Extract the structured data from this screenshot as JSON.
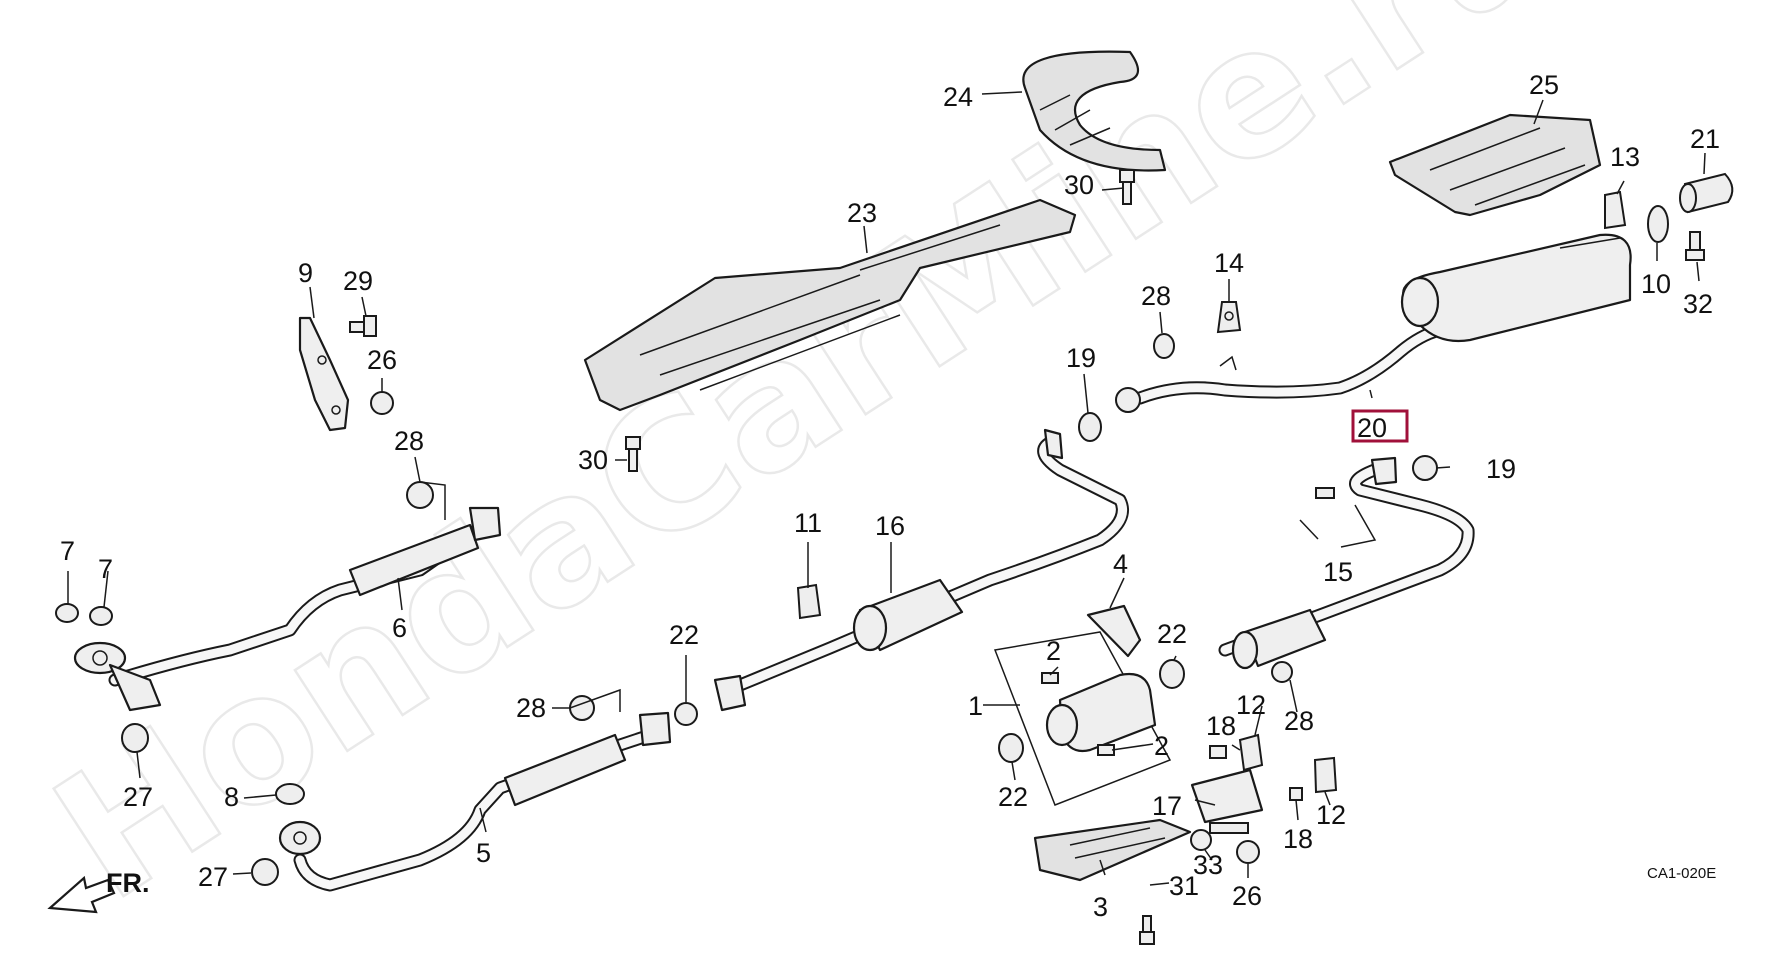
{
  "diagram": {
    "watermark": "HondaCarMine.ru",
    "drawing_code": "CA1-020E",
    "front_marker": "FR.",
    "highlight_color": "#a0103a",
    "callouts": {
      "c1": "1",
      "c2a": "2",
      "c2b": "2",
      "c3": "3",
      "c4": "4",
      "c5": "5",
      "c6": "6",
      "c7a": "7",
      "c7b": "7",
      "c8": "8",
      "c9": "9",
      "c10": "10",
      "c11": "11",
      "c12a": "12",
      "c12b": "12",
      "c13": "13",
      "c14": "14",
      "c15": "15",
      "c16": "16",
      "c17": "17",
      "c18a": "18",
      "c18b": "18",
      "c19a": "19",
      "c19b": "19",
      "c20": "20",
      "c21": "21",
      "c22a": "22",
      "c22b": "22",
      "c23": "23",
      "c24": "24",
      "c25": "25",
      "c26a": "26",
      "c26b": "26",
      "c27a": "27",
      "c27b": "27",
      "c28a": "28",
      "c28b": "28",
      "c28c": "28",
      "c28d": "28",
      "c29": "29",
      "c30a": "30",
      "c30b": "30",
      "c31": "31",
      "c32": "32",
      "c33": "33"
    }
  }
}
